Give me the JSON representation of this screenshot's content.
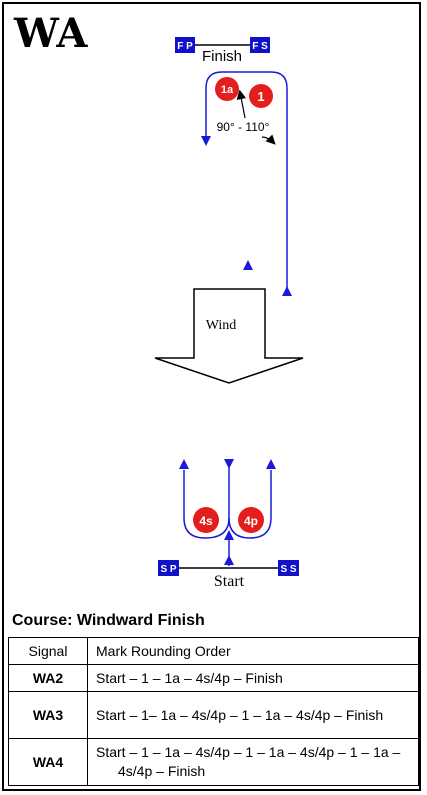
{
  "title": "WA",
  "diagram": {
    "finish_label": "Finish",
    "start_label": "Start",
    "finish_port_label": "F P",
    "finish_starboard_label": "F S",
    "start_port_label": "S P",
    "start_starboard_label": "S S",
    "mark_1": "1",
    "mark_1a": "1a",
    "mark_4s": "4s",
    "mark_4p": "4p",
    "angle_label": "90° - 110°",
    "wind_label": "Wind",
    "colors": {
      "course_line": "#1a1adc",
      "mark_fill": "#e41d1d",
      "flag_fill": "#1111cc"
    }
  },
  "course": {
    "title": "Course: Windward Finish",
    "headers": [
      "Signal",
      "Mark Rounding Order"
    ],
    "rows": [
      {
        "signal": "WA2",
        "order": "Start – 1 – 1a – 4s/4p – Finish"
      },
      {
        "signal": "WA3",
        "order": "Start – 1– 1a  – 4s/4p – 1 – 1a – 4s/4p – Finish"
      },
      {
        "signal": "WA4",
        "order": "Start – 1 – 1a – 4s/4p – 1 – 1a – 4s/4p – 1 – 1a –  4s/4p – Finish"
      }
    ]
  }
}
